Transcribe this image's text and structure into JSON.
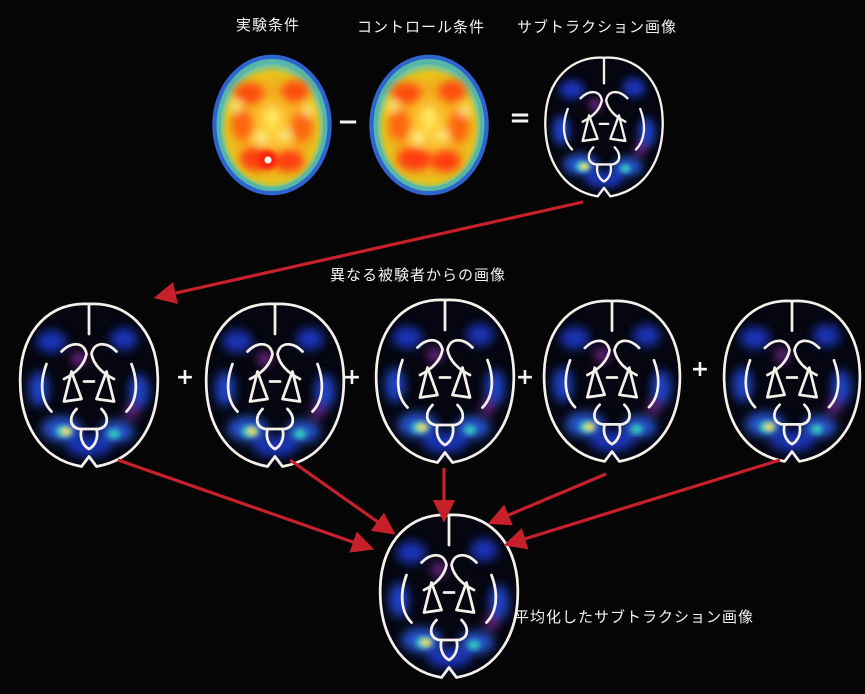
{
  "labels": {
    "experiment": "実験条件",
    "control": "コントロール条件",
    "subtraction": "サブトラクション画像",
    "subjects": "異なる被験者からの画像",
    "averaged": "平均化したサブトラクション画像"
  },
  "operators": {
    "minus": "−",
    "equals": "=",
    "plus": "+"
  },
  "colors": {
    "background": "#050505",
    "arrow": "#c8202a",
    "outline": "#f5f0ea",
    "pet_low": "#1f3fd6",
    "pet_mid": "#e8c020",
    "pet_high": "#ff2a10"
  },
  "brains": {
    "experiment": {
      "kind": "raw-pet",
      "hotspot": true
    },
    "control": {
      "kind": "raw-pet",
      "hotspot": false
    },
    "subtraction": {
      "kind": "subtraction"
    },
    "subjects": [
      {
        "kind": "subtraction"
      },
      {
        "kind": "subtraction"
      },
      {
        "kind": "subtraction"
      },
      {
        "kind": "subtraction"
      },
      {
        "kind": "subtraction"
      }
    ],
    "average": {
      "kind": "subtraction"
    }
  }
}
